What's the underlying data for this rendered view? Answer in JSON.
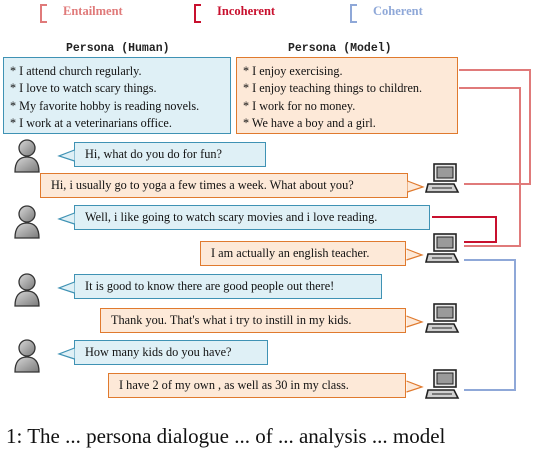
{
  "legend": {
    "entailment": {
      "label": "Entailment",
      "color": "#e07a7a"
    },
    "incoherent": {
      "label": "Incoherent",
      "color": "#c8102e"
    },
    "coherent": {
      "label": "Coherent",
      "color": "#8fa8d8"
    }
  },
  "persona_human": {
    "title": "Persona (Human)",
    "items": [
      "* I attend church regularly.",
      "* I love to watch scary things.",
      "* My favorite hobby is reading novels.",
      "* I work at a veterinarians office."
    ]
  },
  "persona_model": {
    "title": "Persona (Model)",
    "items": [
      "* I enjoy exercising.",
      "* I enjoy teaching things to children.",
      "* I work for no money.",
      "* We have a boy and a girl."
    ]
  },
  "dialogue": [
    {
      "speaker": "human",
      "text": "Hi, what do you do for fun?"
    },
    {
      "speaker": "model",
      "text": "Hi, i usually go to yoga a few times a week. What about you?"
    },
    {
      "speaker": "human",
      "text": "Well, i like going to watch scary movies and i love reading."
    },
    {
      "speaker": "model",
      "text": "I am actually an english teacher."
    },
    {
      "speaker": "human",
      "text": "It is good to know there are good people out there!"
    },
    {
      "speaker": "model",
      "text": "Thank you. That's what i try to instill in my kids."
    },
    {
      "speaker": "human",
      "text": "How many kids do you have?"
    },
    {
      "speaker": "model",
      "text": "I have 2 of my own , as well as 30 in my class."
    }
  ],
  "caption": "1: The ... persona dialogue ... of ... analysis ... model",
  "colors": {
    "human_fill": "#dff0f6",
    "human_border": "#3f92b4",
    "model_fill": "#fde9d8",
    "model_border": "#e07a2e"
  }
}
